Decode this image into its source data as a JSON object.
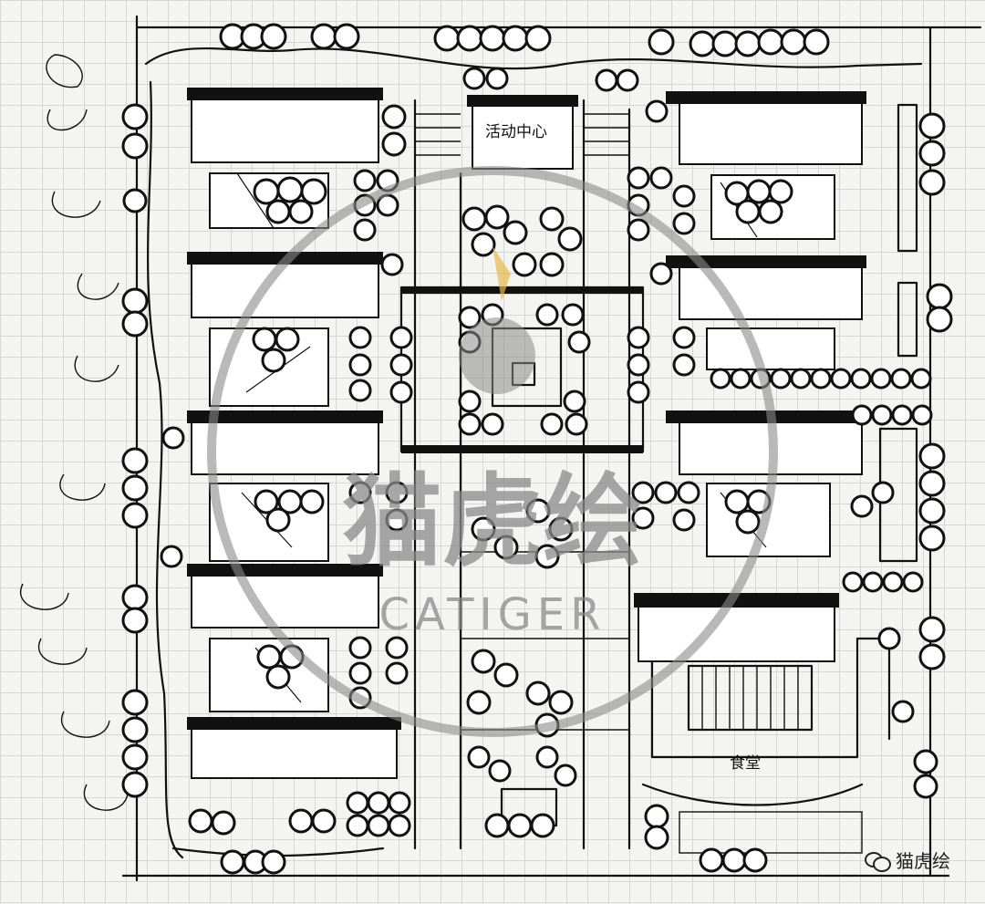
{
  "labels": {
    "activity_center": "活动中心",
    "canteen": "食堂"
  },
  "watermark": {
    "title": "猫虎绘",
    "subtitle": "CATIGER"
  },
  "credit": {
    "text": "猫虎绘",
    "icon": "wechat-icon"
  },
  "colors": {
    "ink": "#111111",
    "paper": "#f4f4f2",
    "grid": "#d6d6d6",
    "watermark": "#8a8a8a",
    "watermark_accent": "#e8b84a"
  }
}
